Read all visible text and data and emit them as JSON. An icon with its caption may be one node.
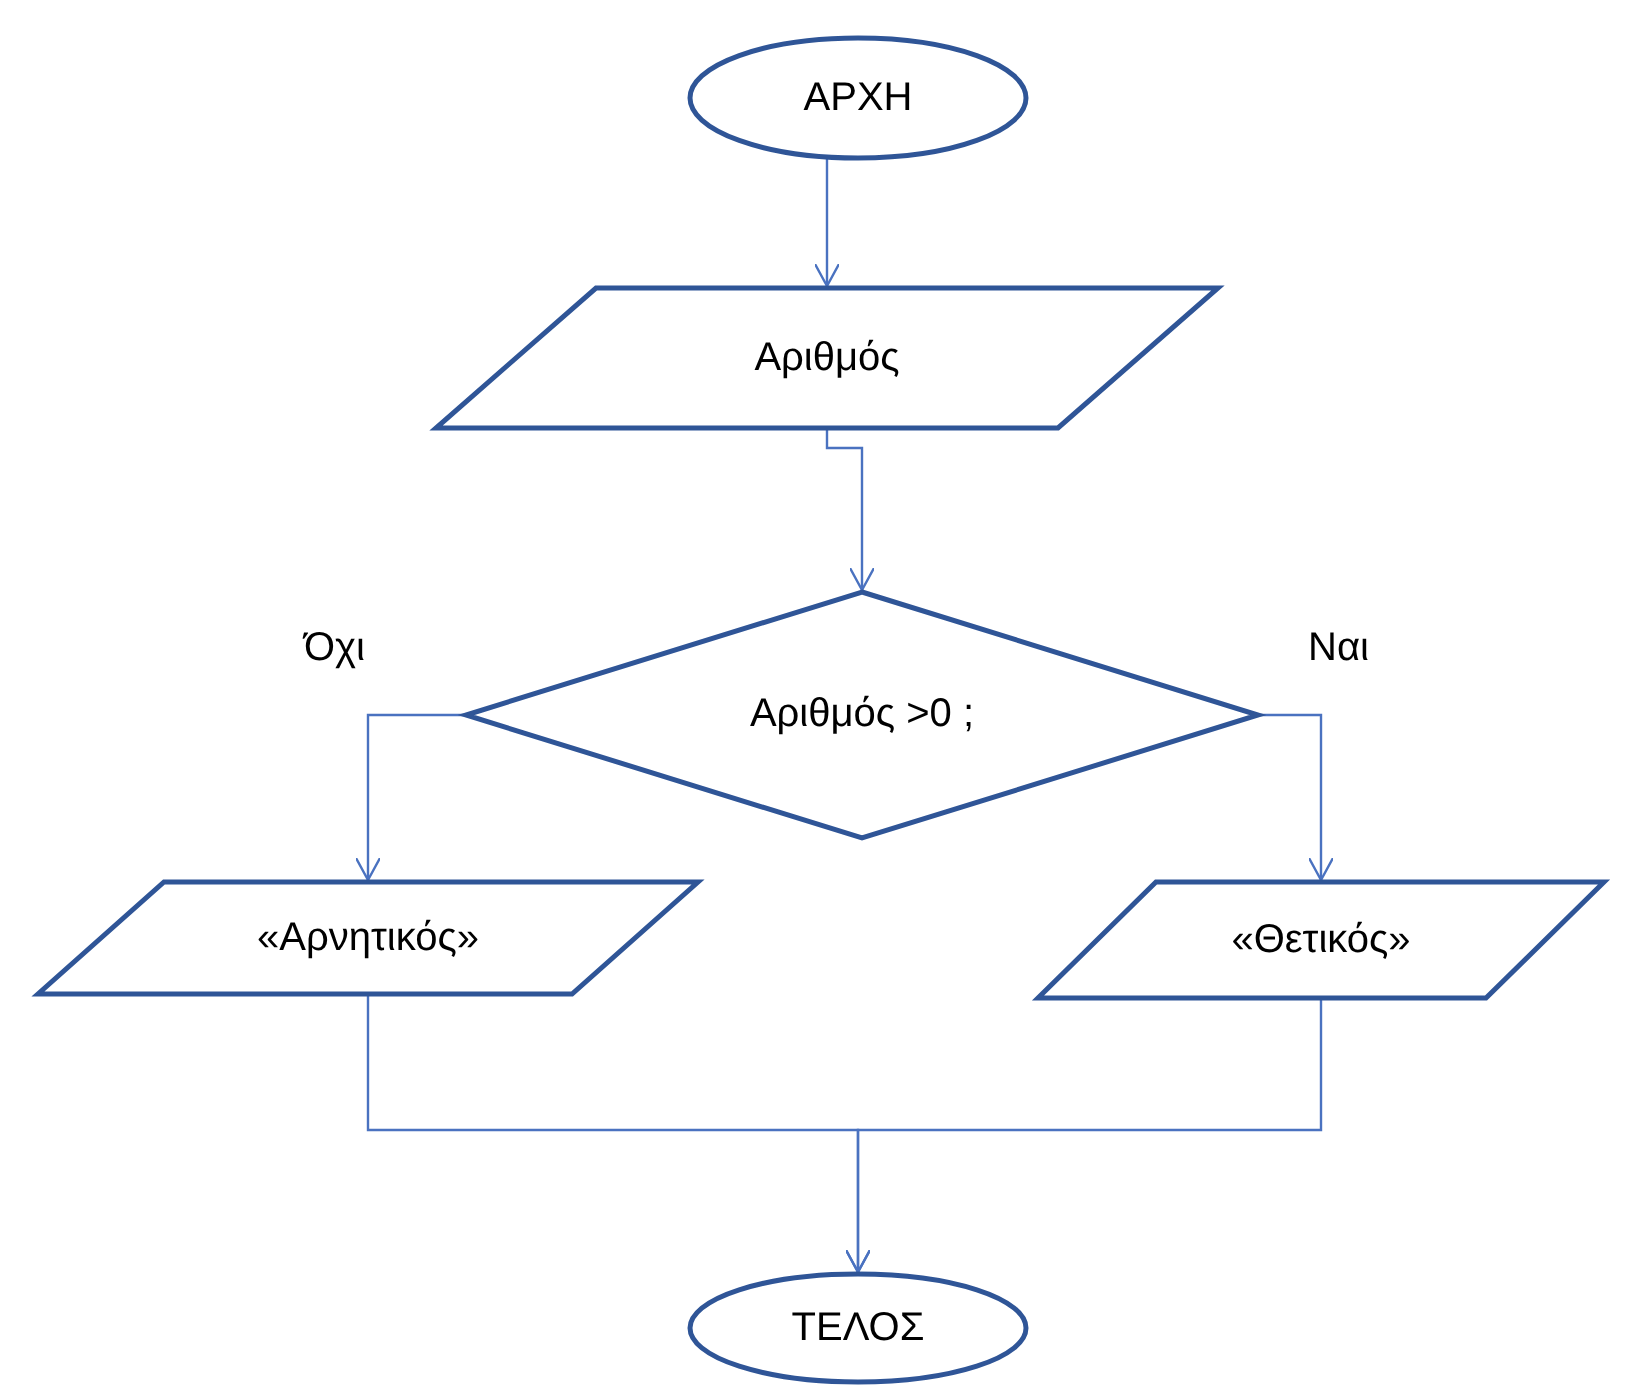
{
  "diagram": {
    "nodes": [
      {
        "text": [
          "ΑΡΧΗ"
        ]
      },
      {
        "text": [
          "Αριθμός"
        ]
      },
      {
        "text": [
          "Αριθμός >0 ;"
        ]
      },
      {
        "text": [
          "«Αρνητικός»"
        ]
      },
      {
        "text": [
          "«Θετικός»"
        ]
      },
      {
        "text": [
          "ΤΕΛΟΣ"
        ]
      }
    ],
    "edges": [
      {
        "from": 0,
        "to": 1,
        "arrow": "to"
      },
      {
        "from": 1,
        "to": 2,
        "arrow": "to"
      },
      {
        "from": 2,
        "to": 3,
        "arrow": "to",
        "label": "Όχι"
      },
      {
        "from": 2,
        "to": 4,
        "arrow": "to",
        "label": "Ναι"
      },
      {
        "from": 3,
        "to": 5,
        "arrow": "to"
      },
      {
        "from": 4,
        "to": 5,
        "arrow": "to"
      }
    ]
  }
}
